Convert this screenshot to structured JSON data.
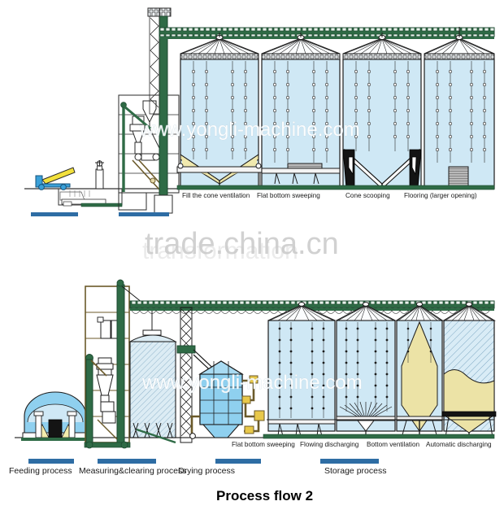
{
  "document": {
    "title_caption": "Process flow 2",
    "background_color": "#ffffff"
  },
  "watermarks": {
    "brand": "www.yongli-machine.com",
    "portal": "trade.china.cn",
    "ghost_top": "transformation"
  },
  "colors": {
    "silo_fill": "#cfe8f5",
    "grain_fill": "#ece3a6",
    "conveyor_green": "#2f6b46",
    "structure_dark": "#1c1c1c",
    "process_bar_blue": "#2e6da4",
    "truck_body": "#3aa0d8",
    "truck_bed": "#f2e03c",
    "ground_line": "#333333",
    "hatch_line": "#7fa9c4",
    "tower_brown": "#6b5a2a",
    "label_text": "#1a1a1a"
  },
  "top_diagram": {
    "name": "silo-bottom-types-diagram",
    "silo_labels": [
      "Fill the cone ventilation",
      "Flat bottom sweeping",
      "Cone scooping",
      "Flooring (larger opening)"
    ],
    "silo_count": 4,
    "process_bars": [
      {
        "label": ""
      },
      {
        "label": ""
      }
    ]
  },
  "bottom_diagram": {
    "name": "full-process-flow-diagram",
    "silo_labels": [
      "Flat bottom sweeping",
      "Flowing discharging",
      "Bottom ventilation",
      "Automatic discharging"
    ],
    "silo_count": 4,
    "process_bars": [
      {
        "label": "Feeding process"
      },
      {
        "label": "Measuring&clearing process"
      },
      {
        "label": "Drying process"
      },
      {
        "label": "Storage process"
      }
    ]
  }
}
